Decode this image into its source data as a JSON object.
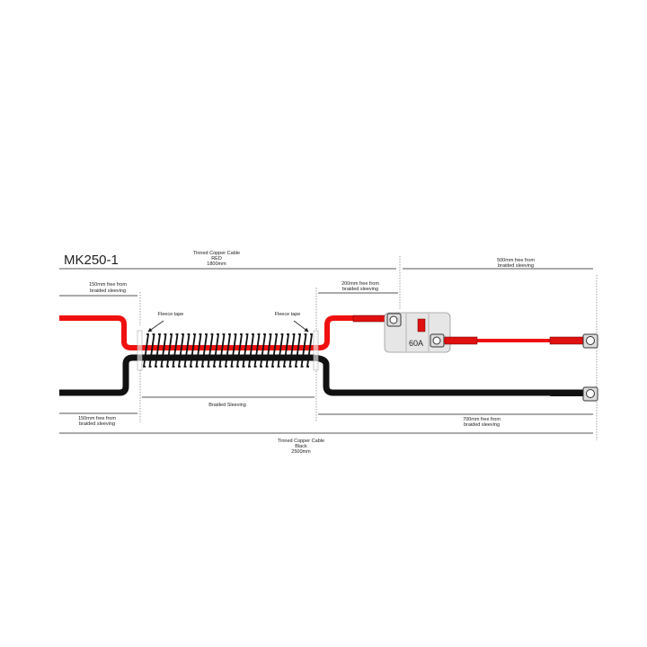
{
  "title": "MK250-1",
  "red_cable": {
    "line1": "Tinned Copper Cable",
    "line2": "RED",
    "line3": "1800mm"
  },
  "black_cable": {
    "line1": "Tinned Copper Cable",
    "line2": "Black",
    "line3": "2500mm"
  },
  "free_top_left": {
    "line1": "150mm free from",
    "line2": "braided sleeving"
  },
  "free_top_mid": {
    "line1": "200mm free from",
    "line2": "braided sleeving"
  },
  "free_top_right": {
    "line1": "500mm free from",
    "line2": "braided sleeving"
  },
  "free_bottom_left": {
    "line1": "150mm free from",
    "line2": "braided sleeving"
  },
  "free_bottom_right": {
    "line1": "700mm free from",
    "line2": "braided sleeving"
  },
  "fleece_left": "Fleece tape",
  "fleece_right": "Fleece tape",
  "braided_sleeving": "Braided Sleeving",
  "fuse_rating": "60A",
  "colors": {
    "red": "#f01010",
    "black": "#111111",
    "fuse_body": "#e6e6e6"
  }
}
